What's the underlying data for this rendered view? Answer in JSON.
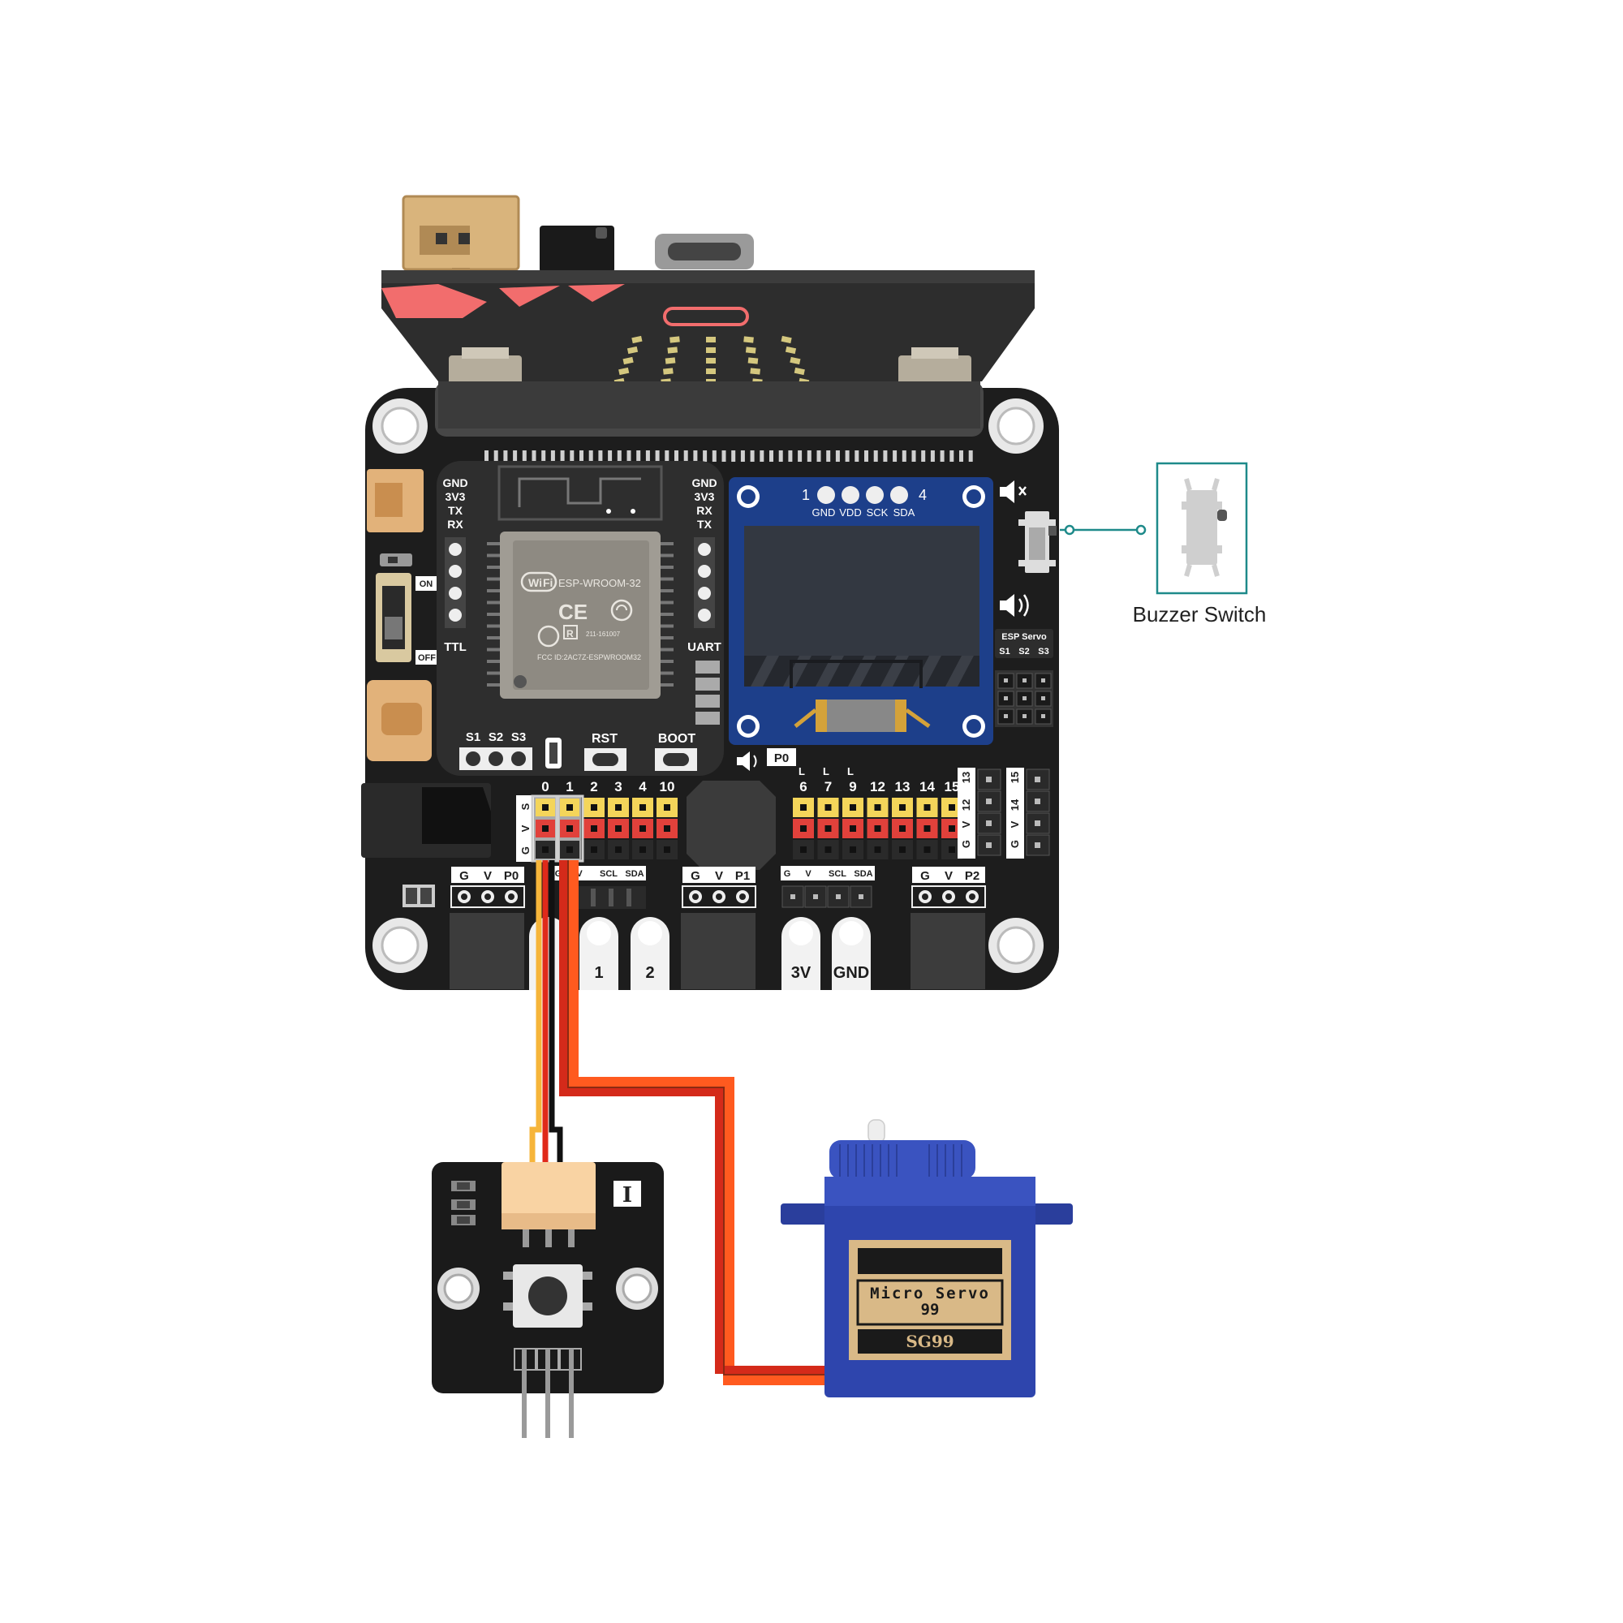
{
  "microbit": {
    "led_rows": 5,
    "led_cols": 5
  },
  "board": {
    "esp_module": {
      "model": "ESP-WROOM-32",
      "wifi": "Wi",
      "wifi_b": "Fi",
      "ce": "CE",
      "r": "R",
      "cert": "211-161007",
      "fcc": "FCC ID:2AC7Z-ESPWROOM32"
    },
    "ttl": {
      "label": "TTL",
      "pins": [
        "GND",
        "3V3",
        "TX",
        "RX"
      ]
    },
    "uart": {
      "label": "UART",
      "pins": [
        "GND",
        "3V3",
        "RX",
        "TX"
      ]
    },
    "power_switch": {
      "on": "ON",
      "off": "OFF"
    },
    "s_pins": {
      "labels": [
        "S1",
        "S2",
        "S3"
      ]
    },
    "buttons": {
      "rst": "RST",
      "boot": "BOOT"
    },
    "oled": {
      "pin_left": "1",
      "pin_right": "4",
      "pins": [
        "GND",
        "VDD",
        "SCK",
        "SDA"
      ]
    },
    "speaker_label": "P0",
    "esp_servo": {
      "title": "ESP Servo",
      "pins": [
        "S1",
        "S2",
        "S3"
      ]
    },
    "header_left": {
      "numbers": [
        "0",
        "1",
        "2",
        "3",
        "4",
        "10"
      ],
      "rows": [
        "S",
        "V",
        "G"
      ]
    },
    "header_right": {
      "numbers": [
        "6",
        "7",
        "9",
        "12",
        "13",
        "14",
        "15"
      ],
      "l_marks": [
        "L",
        "L",
        "L"
      ]
    },
    "side_headers": [
      {
        "number": "13",
        "rows": [
          "12",
          "V",
          "G"
        ]
      },
      {
        "number": "15",
        "rows": [
          "14",
          "V",
          "G"
        ]
      }
    ],
    "grove": [
      {
        "labels": [
          "G",
          "V",
          "P0"
        ]
      },
      {
        "labels": [
          "G",
          "V",
          "P1"
        ]
      },
      {
        "labels": [
          "G",
          "V",
          "P2"
        ]
      }
    ],
    "i2c_left": [
      "G",
      "V",
      "SCL",
      "SDA"
    ],
    "i2c_right": [
      "G",
      "V",
      "SCL",
      "SDA"
    ],
    "edge_pads": [
      "1",
      "2",
      "3V",
      "GND"
    ]
  },
  "buzzer_callout": {
    "label": "Buzzer Switch"
  },
  "button_module": {
    "label": "I"
  },
  "servo": {
    "line1": "Micro Servo",
    "line2": "99",
    "model": "SG99"
  },
  "colors": {
    "board": "#1d1d1d",
    "microbit": "#2f2f2f",
    "microbit_accent": "#f26d6d",
    "oled_pcb": "#1d3f8a",
    "servo": "#2c3f9e",
    "header_yellow": "#f4d55a",
    "header_red": "#e1413b",
    "wire_red": "#e02a1a",
    "wire_orange": "#ff5a1f",
    "wire_yellow": "#f6b53a",
    "callout": "#1e8a8a"
  }
}
